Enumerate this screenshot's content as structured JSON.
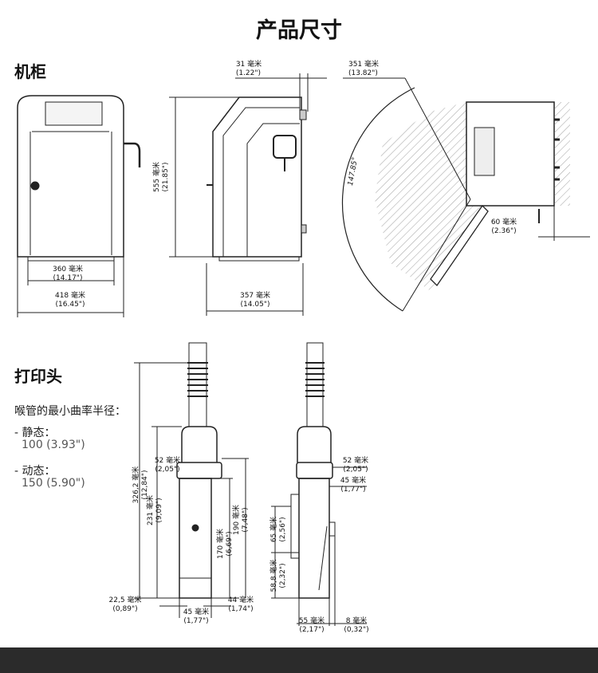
{
  "title": "产品尺寸",
  "cabinet": {
    "heading": "机柜",
    "dims": {
      "width_inner": {
        "value": "360 毫米",
        "inch": "(14.17\")"
      },
      "width_outer": {
        "value": "418 毫米",
        "inch": "(16.45\")"
      },
      "height": {
        "value": "555 毫米",
        "inch": "(21.85\")"
      },
      "depth": {
        "value": "357 毫米",
        "inch": "(14.05\")"
      },
      "rear_gap": {
        "value": "31 毫米",
        "inch": "(1.22\")"
      },
      "door_radius": {
        "value": "351 毫米",
        "inch": "(13.82\")"
      },
      "door_angle": "147.85°",
      "side_clearance": {
        "value": "60 毫米",
        "inch": "(2.36\")"
      }
    }
  },
  "printhead": {
    "heading": "打印头",
    "bend_title": "喉管的最小曲率半径：",
    "static_label": "- 静态：",
    "static_value": "100 (3.93\")",
    "dynamic_label": "- 动态：",
    "dynamic_value": "150 (5.90\")",
    "front_dims": {
      "collar": {
        "value": "52 毫米",
        "inch": "(2,05\")"
      },
      "total": {
        "value": "326,2 毫米",
        "inch": "(12,84\")"
      },
      "body": {
        "value": "231 毫米",
        "inch": "(9,09\")"
      },
      "h170": {
        "value": "170 毫米",
        "inch": "(6,69\")"
      },
      "h190": {
        "value": "190 毫米",
        "inch": "(7,48\")"
      },
      "offset_left": {
        "value": "22,5 毫米",
        "inch": "(0,89\")"
      },
      "offset_right": {
        "value": "44 毫米",
        "inch": "(1,74\")"
      },
      "width": {
        "value": "45 毫米",
        "inch": "(1,77\")"
      }
    },
    "side_dims": {
      "collar": {
        "value": "52 毫米",
        "inch": "(2,05\")"
      },
      "body": {
        "value": "45 毫米",
        "inch": "(1,77\")"
      },
      "h65": {
        "value": "65 毫米",
        "inch": "(2,56\")"
      },
      "h58": {
        "value": "58,8 毫米",
        "inch": "(2,32\")"
      },
      "depth": {
        "value": "55 毫米",
        "inch": "(2,17\")"
      },
      "tab": {
        "value": "8 毫米",
        "inch": "(0,32\")"
      }
    }
  }
}
